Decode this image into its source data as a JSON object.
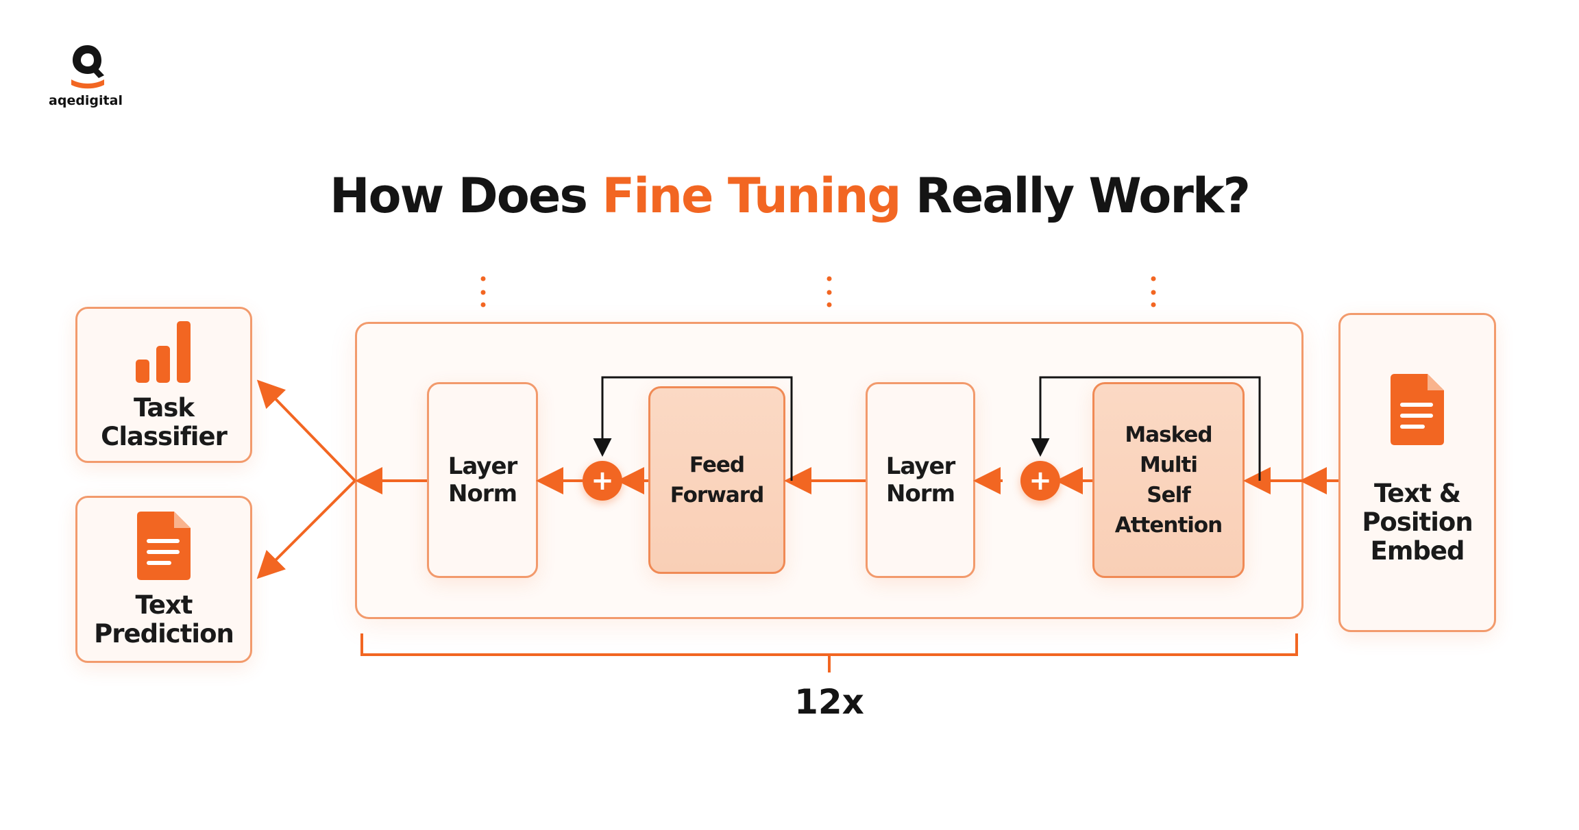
{
  "logo": {
    "text": "aqedigital"
  },
  "title": {
    "prefix": "How Does ",
    "highlight": "Fine Tuning",
    "suffix": " Really Work?"
  },
  "outputs": {
    "task_classifier": "Task\nClassifier",
    "text_prediction": "Text\nPrediction"
  },
  "block": {
    "layer_norm_1": "Layer\nNorm",
    "feed_forward": "Feed Forward",
    "layer_norm_2": "Layer\nNorm",
    "attention": "Masked Multi\nSelf Attention"
  },
  "input": {
    "embed": "Text &\nPosition\nEmbed"
  },
  "repeat": {
    "count": "12x"
  },
  "icons": {
    "logo": "aqedigital-logo-mark",
    "task_classifier": "bar-chart-icon",
    "text_prediction": "document-icon",
    "embed": "document-icon",
    "residual_add": "plus-circle-icon"
  },
  "colors": {
    "accent": "#f26622",
    "box_border": "#f29a6c",
    "box_fill": "#fbd9c4",
    "text": "#141414"
  }
}
